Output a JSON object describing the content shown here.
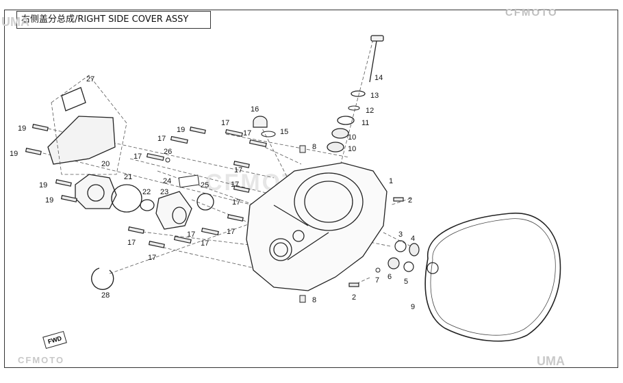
{
  "title": "右侧盖分总成/RIGHT SIDE COVER ASSY",
  "brand_top": "CFMOTO",
  "brand_bottom": "CFMOTO",
  "watermark": "CFMOTO",
  "uma_top": "UMA",
  "uma_bottom": "UMA",
  "fwd_label": "FWD",
  "callouts": [
    {
      "n": "1"
    },
    {
      "n": "2"
    },
    {
      "n": "2"
    },
    {
      "n": "3"
    },
    {
      "n": "4"
    },
    {
      "n": "5"
    },
    {
      "n": "6"
    },
    {
      "n": "7"
    },
    {
      "n": "8"
    },
    {
      "n": "8"
    },
    {
      "n": "9"
    },
    {
      "n": "10"
    },
    {
      "n": "10"
    },
    {
      "n": "11"
    },
    {
      "n": "12"
    },
    {
      "n": "13"
    },
    {
      "n": "14"
    },
    {
      "n": "15"
    },
    {
      "n": "16"
    },
    {
      "n": "17"
    },
    {
      "n": "17"
    },
    {
      "n": "17"
    },
    {
      "n": "17"
    },
    {
      "n": "17"
    },
    {
      "n": "17"
    },
    {
      "n": "17"
    },
    {
      "n": "17"
    },
    {
      "n": "17"
    },
    {
      "n": "17"
    },
    {
      "n": "17"
    },
    {
      "n": "17"
    },
    {
      "n": "19"
    },
    {
      "n": "19"
    },
    {
      "n": "19"
    },
    {
      "n": "19"
    },
    {
      "n": "19"
    },
    {
      "n": "20"
    },
    {
      "n": "21"
    },
    {
      "n": "22"
    },
    {
      "n": "23"
    },
    {
      "n": "24"
    },
    {
      "n": "25"
    },
    {
      "n": "26"
    },
    {
      "n": "27"
    },
    {
      "n": "28"
    }
  ]
}
